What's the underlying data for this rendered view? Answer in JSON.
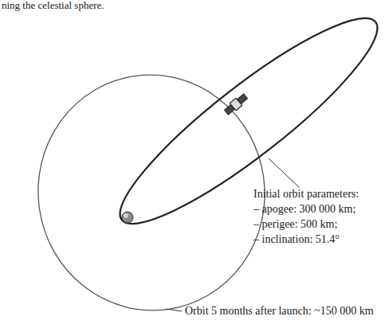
{
  "diagram": {
    "labels": [
      "ning the celestial sphere.",
      "Initial orbit parameters:",
      "– apogee: 300 000 km;",
      "– perigee: 500 km;",
      "– inclination: 51.4°",
      "Orbit 5 months after launch: ~150 000 km"
    ]
  }
}
